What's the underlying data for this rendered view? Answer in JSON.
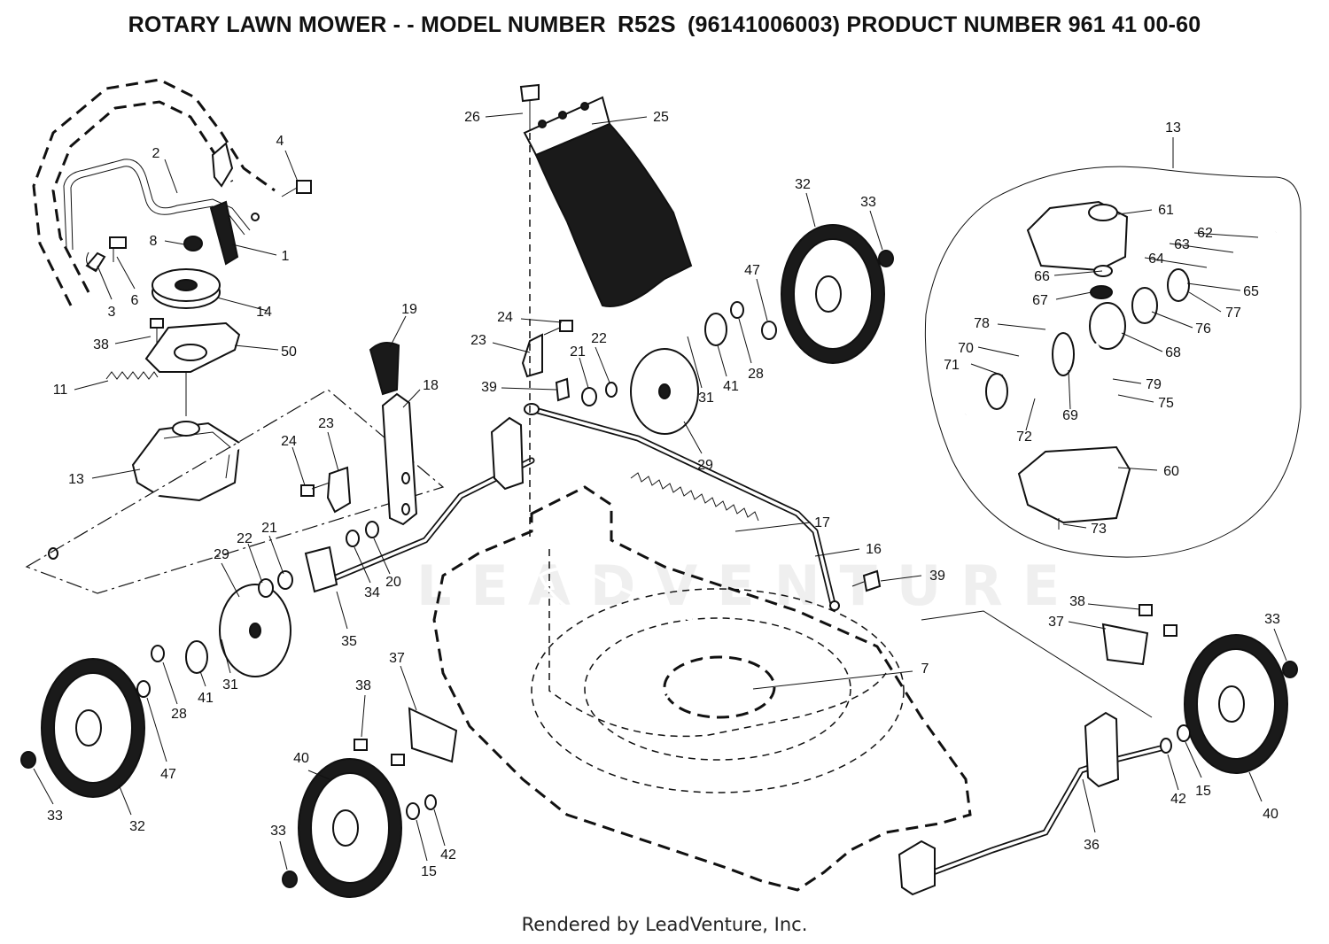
{
  "title": {
    "prefix": "ROTARY LAWN MOWER - - MODEL NUMBER",
    "model": "R52S",
    "suffix": "(96141006003) PRODUCT NUMBER 961 41 00-60"
  },
  "footer": "Rendered by LeadVenture, Inc.",
  "watermark": "LEADVENTURE",
  "callouts": [
    {
      "id": "c-2",
      "text": "2"
    },
    {
      "id": "c-4",
      "text": "4"
    },
    {
      "id": "c-8",
      "text": "8"
    },
    {
      "id": "c-1",
      "text": "1"
    },
    {
      "id": "c-3",
      "text": "3"
    },
    {
      "id": "c-6",
      "text": "6"
    },
    {
      "id": "c-14",
      "text": "14"
    },
    {
      "id": "c-38a",
      "text": "38"
    },
    {
      "id": "c-50",
      "text": "50"
    },
    {
      "id": "c-11",
      "text": "11"
    },
    {
      "id": "c-13a",
      "text": "13"
    },
    {
      "id": "c-19",
      "text": "19"
    },
    {
      "id": "c-18",
      "text": "18"
    },
    {
      "id": "c-24a",
      "text": "24"
    },
    {
      "id": "c-23a",
      "text": "23"
    },
    {
      "id": "c-26",
      "text": "26"
    },
    {
      "id": "c-25",
      "text": "25"
    },
    {
      "id": "c-24b",
      "text": "24"
    },
    {
      "id": "c-23b",
      "text": "23"
    },
    {
      "id": "c-22a",
      "text": "22"
    },
    {
      "id": "c-21a",
      "text": "21"
    },
    {
      "id": "c-39a",
      "text": "39"
    },
    {
      "id": "c-31a",
      "text": "31"
    },
    {
      "id": "c-41a",
      "text": "41"
    },
    {
      "id": "c-28a",
      "text": "28"
    },
    {
      "id": "c-47a",
      "text": "47"
    },
    {
      "id": "c-32a",
      "text": "32"
    },
    {
      "id": "c-33a",
      "text": "33"
    },
    {
      "id": "c-29a",
      "text": "29"
    },
    {
      "id": "c-17",
      "text": "17"
    },
    {
      "id": "c-16",
      "text": "16"
    },
    {
      "id": "c-39b",
      "text": "39"
    },
    {
      "id": "c-22b",
      "text": "22"
    },
    {
      "id": "c-21b",
      "text": "21"
    },
    {
      "id": "c-29b",
      "text": "29"
    },
    {
      "id": "c-34",
      "text": "34"
    },
    {
      "id": "c-20",
      "text": "20"
    },
    {
      "id": "c-35",
      "text": "35"
    },
    {
      "id": "c-31b",
      "text": "31"
    },
    {
      "id": "c-41b",
      "text": "41"
    },
    {
      "id": "c-28b",
      "text": "28"
    },
    {
      "id": "c-47b",
      "text": "47"
    },
    {
      "id": "c-32b",
      "text": "32"
    },
    {
      "id": "c-33b",
      "text": "33"
    },
    {
      "id": "c-37a",
      "text": "37"
    },
    {
      "id": "c-38b",
      "text": "38"
    },
    {
      "id": "c-40a",
      "text": "40"
    },
    {
      "id": "c-33c",
      "text": "33"
    },
    {
      "id": "c-15a",
      "text": "15"
    },
    {
      "id": "c-42a",
      "text": "42"
    },
    {
      "id": "c-7",
      "text": "7"
    },
    {
      "id": "c-38c",
      "text": "38"
    },
    {
      "id": "c-37b",
      "text": "37"
    },
    {
      "id": "c-33d",
      "text": "33"
    },
    {
      "id": "c-40b",
      "text": "40"
    },
    {
      "id": "c-15b",
      "text": "15"
    },
    {
      "id": "c-42b",
      "text": "42"
    },
    {
      "id": "c-36",
      "text": "36"
    },
    {
      "id": "c-13b",
      "text": "13"
    },
    {
      "id": "c-61",
      "text": "61"
    },
    {
      "id": "c-62",
      "text": "62"
    },
    {
      "id": "c-63",
      "text": "63"
    },
    {
      "id": "c-64",
      "text": "64"
    },
    {
      "id": "c-65",
      "text": "65"
    },
    {
      "id": "c-66",
      "text": "66"
    },
    {
      "id": "c-67",
      "text": "67"
    },
    {
      "id": "c-77",
      "text": "77"
    },
    {
      "id": "c-76",
      "text": "76"
    },
    {
      "id": "c-78",
      "text": "78"
    },
    {
      "id": "c-70",
      "text": "70"
    },
    {
      "id": "c-68",
      "text": "68"
    },
    {
      "id": "c-71",
      "text": "71"
    },
    {
      "id": "c-79",
      "text": "79"
    },
    {
      "id": "c-75",
      "text": "75"
    },
    {
      "id": "c-69",
      "text": "69"
    },
    {
      "id": "c-72",
      "text": "72"
    },
    {
      "id": "c-60",
      "text": "60"
    },
    {
      "id": "c-73",
      "text": "73"
    }
  ]
}
